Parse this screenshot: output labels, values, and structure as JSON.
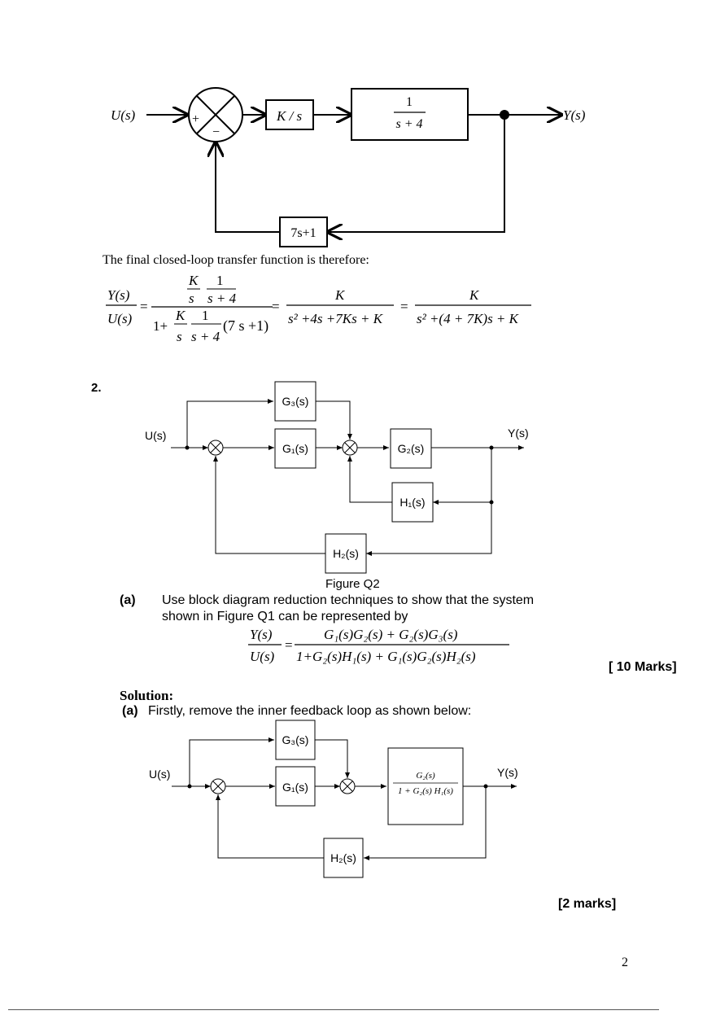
{
  "diagram1": {
    "input_label": "U(s)",
    "output_label": "Y(s)",
    "plus": "+",
    "minus": "−",
    "block_gain": "K / s",
    "block_plant_num": "1",
    "block_plant_den": "s + 4",
    "block_feedback": "7s+1"
  },
  "text_closed_loop": "The final closed-loop transfer function is therefore:",
  "equation1": {
    "lhs_num": "Y(s)",
    "lhs_den": "U(s)",
    "eq": "=",
    "f1_top_K": "K",
    "f1_top_1": "1",
    "f1_top_s": "s",
    "f1_top_s4": "s + 4",
    "f1_bot_one_plus": "1+",
    "f1_bot_K": "K",
    "f1_bot_1": "1",
    "f1_bot_s": "s",
    "f1_bot_s4": "s + 4",
    "f1_bot_paren": "(7 s +1)",
    "f2_num": "K",
    "f2_den": "s² +4s +7Ks + K",
    "f3_num": "K",
    "f3_den": "s² +(4 + 7K)s + K"
  },
  "question2": {
    "number": "2.",
    "figure_caption": "Figure Q2",
    "part_a_label": "(a)",
    "part_a_text_line1": "Use block diagram reduction techniques to show that the system",
    "part_a_text_line2": "shown in Figure Q1 can be represented by",
    "eq_lhs_num": "Y(s)",
    "eq_lhs_den": "U(s)",
    "eq_rhs_num": "G₁(s)G₂(s) + G₂(s)G₃(s)",
    "eq_rhs_den": "1+G₂(s)H₁(s) + G₁(s)G₂(s)H₂(s)",
    "marks": "[ 10 Marks]"
  },
  "diagram2": {
    "u": "U(s)",
    "y": "Y(s)",
    "g1": "G₁(s)",
    "g2": "G₂(s)",
    "g3": "G₃(s)",
    "h1": "H₁(s)",
    "h2": "H₂(s)"
  },
  "solution": {
    "heading": "Solution:",
    "part_a_label": "(a)",
    "part_a_text": "Firstly, remove the inner feedback loop as shown below:",
    "marks": "[2 marks]"
  },
  "diagram3": {
    "u": "U(s)",
    "y": "Y(s)",
    "g1": "G₁(s)",
    "g3": "G₃(s)",
    "h2": "H₂(s)",
    "combined_num": "G₂(s)",
    "combined_den": "1 + G₂(s) H₁(s)"
  },
  "page_number": "2"
}
